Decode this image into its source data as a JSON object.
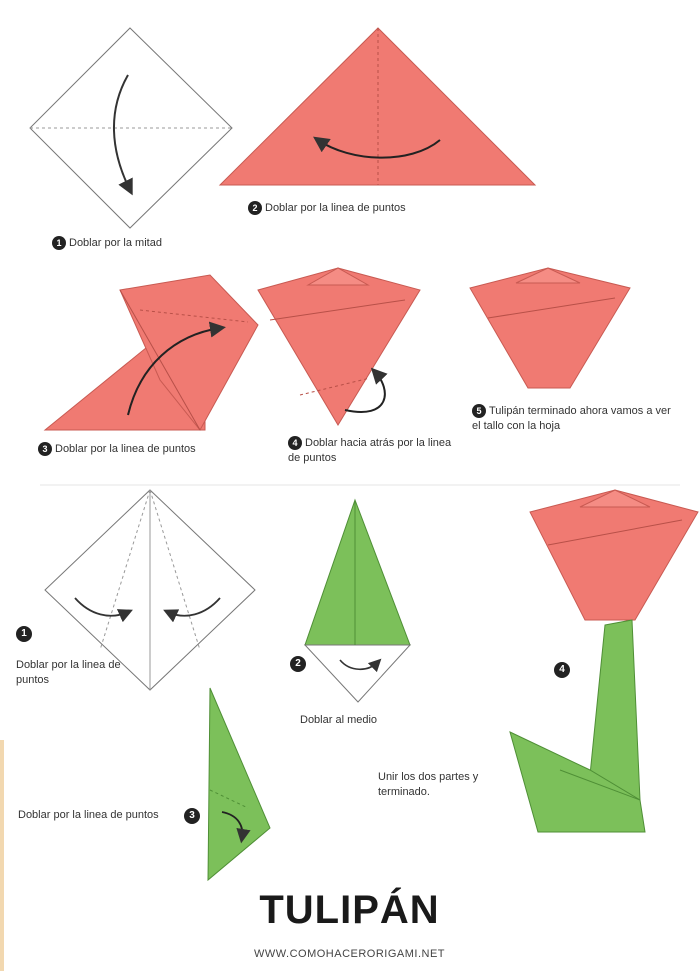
{
  "title": "TULIPÁN",
  "website": "WWW.COMOHACERORIGAMI.NET",
  "colors": {
    "flower": "#f07a72",
    "flower_edge": "#c85a52",
    "stem": "#7cc05a",
    "stem_edge": "#4f8f36",
    "line": "#555555"
  },
  "flower_steps": [
    {
      "number": "1",
      "text": "Doblar por la mitad"
    },
    {
      "number": "2",
      "text": "Doblar por la linea de puntos"
    },
    {
      "number": "3",
      "text": "Doblar por la linea de puntos"
    },
    {
      "number": "4",
      "text": "Doblar hacia atrás por la linea de puntos"
    },
    {
      "number": "5",
      "text": "Tulipán terminado ahora vamos a ver el tallo con la hoja"
    }
  ],
  "stem_steps": [
    {
      "number": "1",
      "text": "Doblar por la linea de puntos"
    },
    {
      "number": "2",
      "text": "Doblar al medio"
    },
    {
      "number": "3",
      "text": "Doblar por la linea de puntos"
    },
    {
      "number": "4",
      "text": "Unir los dos partes y terminado."
    }
  ]
}
